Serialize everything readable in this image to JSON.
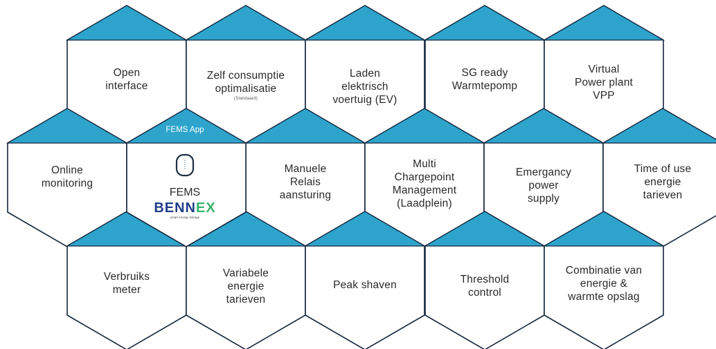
{
  "colors": {
    "accent": "#2ea4cc",
    "stroke": "#14263d",
    "text": "#2a2a2a"
  },
  "tiles": [
    {
      "label": "Open\ninterface"
    },
    {
      "label": "Zelf consumptie\noptimalisatie",
      "sub": "(Standaard)"
    },
    {
      "label": "Laden\nelektrisch\nvoertuig (EV)"
    },
    {
      "label": "SG ready\nWarmtepomp"
    },
    {
      "label": "Virtual\nPower plant\nVPP"
    },
    {
      "label": "Online\nmonitoring"
    },
    {
      "label": "Manuele\nRelais\naansturing"
    },
    {
      "label": "Multi\nChargepoint\nManagement\n(Laadplein)"
    },
    {
      "label": "Emergancy\npower\nsupply"
    },
    {
      "label": "Time of use\nenergie\ntarieven"
    },
    {
      "label": "Verbruiks\nmeter"
    },
    {
      "label": "Variabele\nenergie\ntarieven"
    },
    {
      "label": "Peak shaven"
    },
    {
      "label": "Threshold\ncontrol"
    },
    {
      "label": "Combinatie van\nenergie &\nwarmte opslag"
    }
  ],
  "fems": {
    "app_label": "FEMS App",
    "title": "FEMS",
    "brand_part1": "BENN",
    "brand_part2": "EX",
    "tagline": "smart energy storage",
    "icon": "battery-icon"
  }
}
